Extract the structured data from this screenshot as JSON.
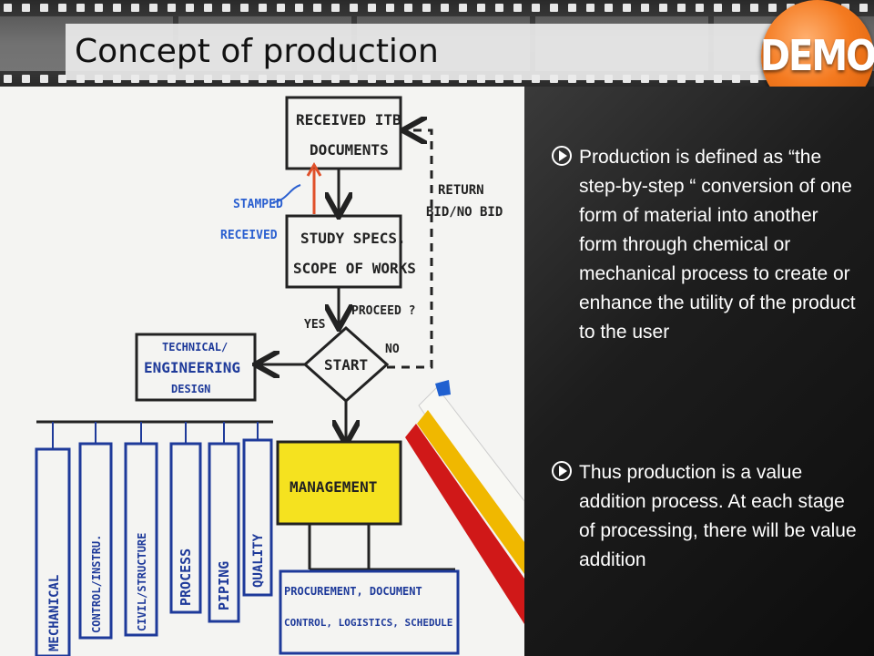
{
  "title": "Concept of production",
  "badge": "DEMO",
  "bullets": [
    "Production is defined as “the step-by-step “ conversion of one form of material into another form through chemical or mechanical process to create or enhance the utility of the product to the user",
    "Thus production is a value addition process. At each stage of processing, there will be value addition"
  ],
  "flowchart": {
    "received": [
      "RECEIVED ITB",
      "DOCUMENTS"
    ],
    "stamped": [
      "STAMPED",
      "RECEIVED"
    ],
    "study": [
      "STUDY SPECS.",
      "SCOPE OF WORKS"
    ],
    "return": [
      "RETURN",
      "BID/NO BID"
    ],
    "proceed": "PROCEED ?",
    "yes": "YES",
    "no": "NO",
    "start": "START",
    "technical": [
      "TECHNICAL/",
      "ENGINEERING",
      "DESIGN"
    ],
    "disciplines": [
      "MECHANICAL",
      "CONTROL/INSTRU.",
      "CIVIL/STRUCTURE",
      "PROCESS",
      "PIPING",
      "QUALITY"
    ],
    "management": "MANAGEMENT",
    "procurement": [
      "PROCUREMENT, DOCUMENT",
      "CONTROL, LOGISTICS, SCHEDULE"
    ]
  }
}
